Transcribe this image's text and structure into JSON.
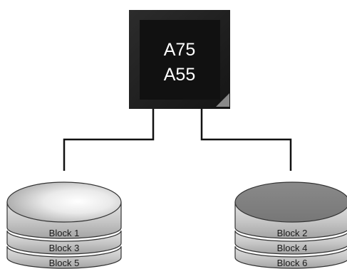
{
  "chipset": {
    "line1": "A75",
    "line2": "A55"
  },
  "disk_left": {
    "blocks": [
      "Block 1",
      "Block 3",
      "Block 5"
    ]
  },
  "disk_right": {
    "blocks": [
      "Block 2",
      "Block 4",
      "Block 6"
    ]
  },
  "colors": {
    "chip_outer": "#222222",
    "chip_inner": "#121212",
    "connector": "#111111",
    "disk_left_top": "#f4f4f4",
    "disk_right_top": "#7f7f7f",
    "disk_layer": "#c6c6c6",
    "disk_stroke": "#333333"
  }
}
